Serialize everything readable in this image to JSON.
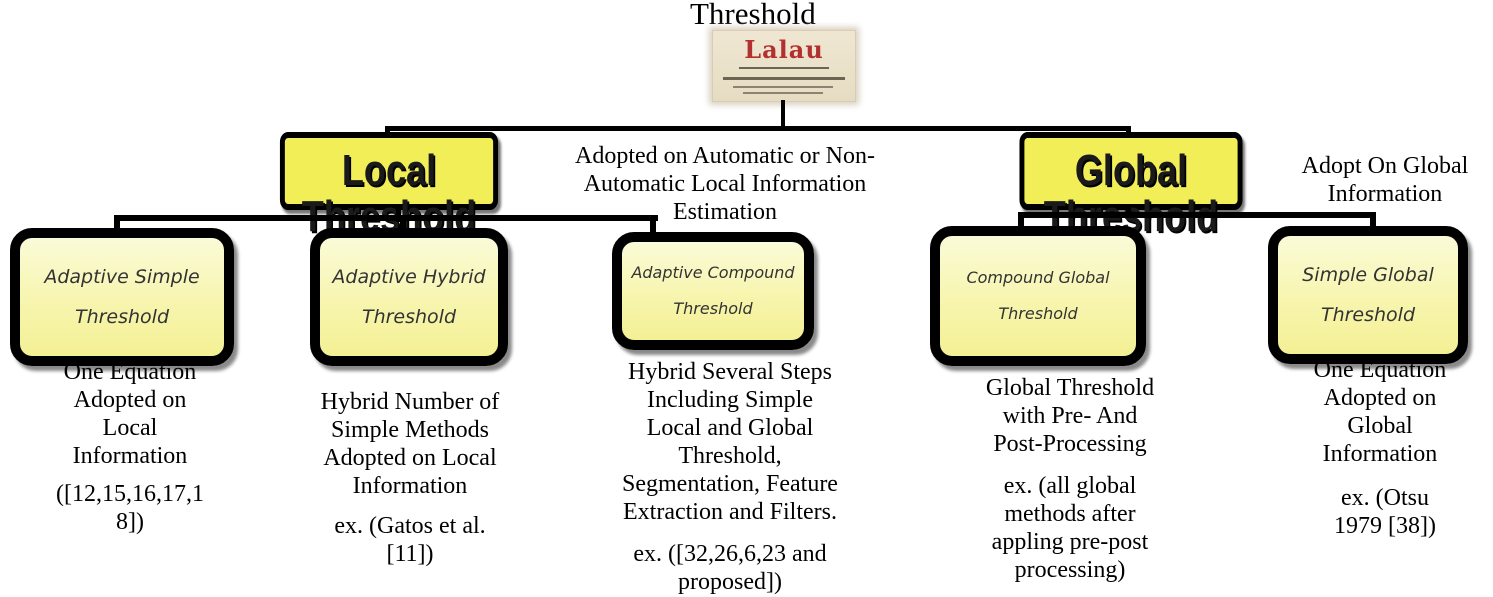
{
  "root": {
    "title": "Threshold",
    "logo_text": "Lalau"
  },
  "notes": {
    "local": "Adopted on Automatic or  Non-\nAutomatic Local Information\nEstimation",
    "global": "Adopt On  Global\nInformation"
  },
  "branches": {
    "local": {
      "label": "Local Threshold"
    },
    "global": {
      "label": "Global Threshold"
    }
  },
  "leaves": [
    {
      "label": "Adaptive Simple\nThreshold",
      "description": "One Equation\nAdopted on\nLocal\nInformation",
      "example": "([12,15,16,17,1\n8])"
    },
    {
      "label": "Adaptive Hybrid\nThreshold",
      "description": "Hybrid  Number of\nSimple Methods\nAdopted on Local\nInformation",
      "example": "ex. (Gatos et al.\n[11])"
    },
    {
      "label": "Adaptive Compound\nThreshold",
      "description": "Hybrid Several Steps\nIncluding Simple\nLocal and Global\nThreshold,\nSegmentation, Feature\nExtraction and Filters.",
      "example": "ex. ([32,26,6,23 and\nproposed])"
    },
    {
      "label": "Compound Global\nThreshold",
      "description": "Global Threshold\nwith Pre- And\nPost-Processing",
      "example": "ex. (all global\nmethods after\nappling pre-post\nprocessing)"
    },
    {
      "label": "Simple Global\nThreshold",
      "description": "One Equation\nAdopted on\nGlobal\nInformation",
      "example": "ex. (Otsu\n1979 [38])"
    }
  ]
}
